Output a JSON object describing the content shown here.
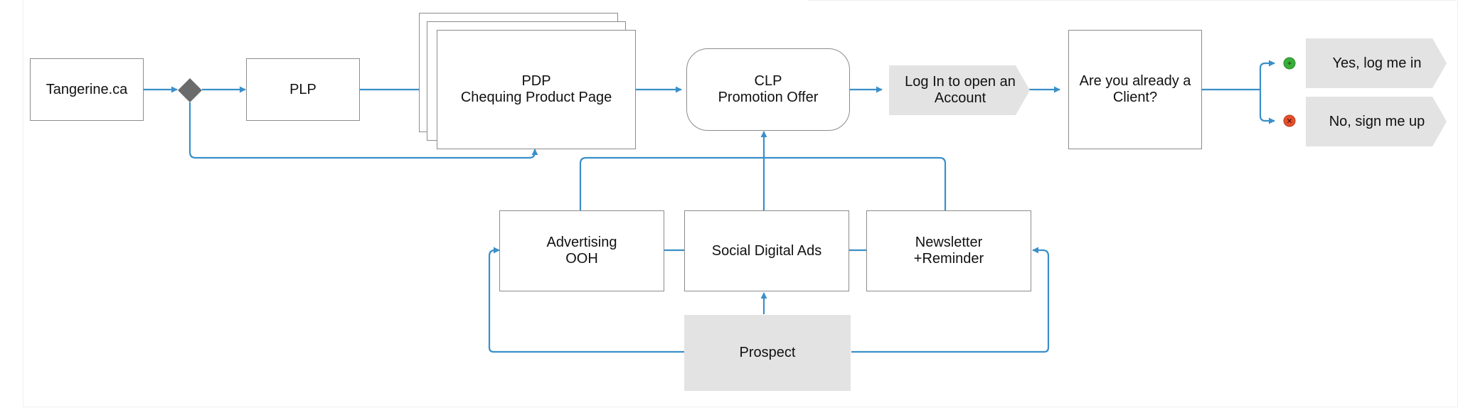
{
  "diagram": {
    "colors": {
      "connector": "#3a8fc9",
      "gateway": "#6b6b6b",
      "yes_badge": "#3aae3a",
      "no_badge": "#e5502b",
      "node_fill_gray": "#e3e3e3"
    },
    "nodes": {
      "tangerine": "Tangerine.ca",
      "plp": "PLP",
      "pdp": "PDP\nChequing Product Page",
      "clp": "CLP\nPromotion Offer",
      "login": "Log In to open an\nAccount",
      "client_question": "Are you already a\nClient?",
      "yes": "Yes, log me in",
      "no": "No, sign me up",
      "advertising": "Advertising\nOOH",
      "social": "Social Digital Ads",
      "newsletter": "Newsletter\n+Reminder",
      "prospect": "Prospect"
    },
    "badges": {
      "yes_icon": "plus-badge-icon",
      "no_icon": "x-badge-icon"
    }
  }
}
